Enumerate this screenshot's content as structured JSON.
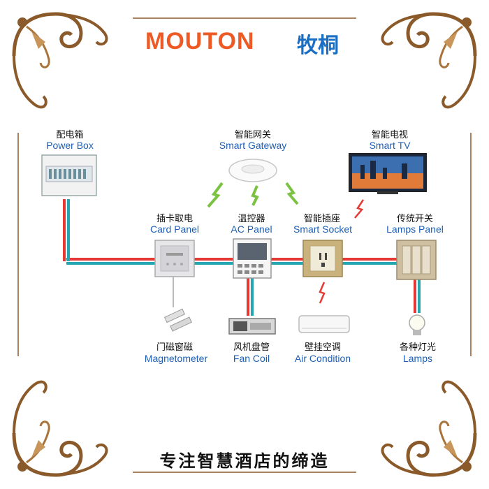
{
  "brand": {
    "name_en": "MOUTON",
    "name_cn": "牧桐"
  },
  "slogan": "专注智慧酒店的缔造",
  "nodes": {
    "power_box": {
      "cn": "配电箱",
      "en": "Power Box"
    },
    "smart_gateway": {
      "cn": "智能网关",
      "en": "Smart Gateway"
    },
    "smart_tv": {
      "cn": "智能电视",
      "en": "Smart TV"
    },
    "card_panel": {
      "cn": "插卡取电",
      "en": "Card Panel"
    },
    "ac_panel": {
      "cn": "温控器",
      "en": "AC Panel"
    },
    "smart_socket": {
      "cn": "智能插座",
      "en": "Smart Socket"
    },
    "lamps_panel": {
      "cn": "传统开关",
      "en": "Lamps Panel"
    },
    "magnetometer": {
      "cn": "门磁窗磁",
      "en": "Magnetometer"
    },
    "fan_coil": {
      "cn": "风机盘管",
      "en": "Fan Coil"
    },
    "air_condition": {
      "cn": "壁挂空调",
      "en": "Air Condition"
    },
    "lamps": {
      "cn": "各种灯光",
      "en": "Lamps"
    }
  },
  "colors": {
    "wire_red": "#e53935",
    "wire_teal": "#26a6b0",
    "wireless": "#7cc242",
    "brand_orange": "#ee5a24",
    "brand_blue": "#1a6fc4",
    "label_blue": "#1c5fb5"
  }
}
